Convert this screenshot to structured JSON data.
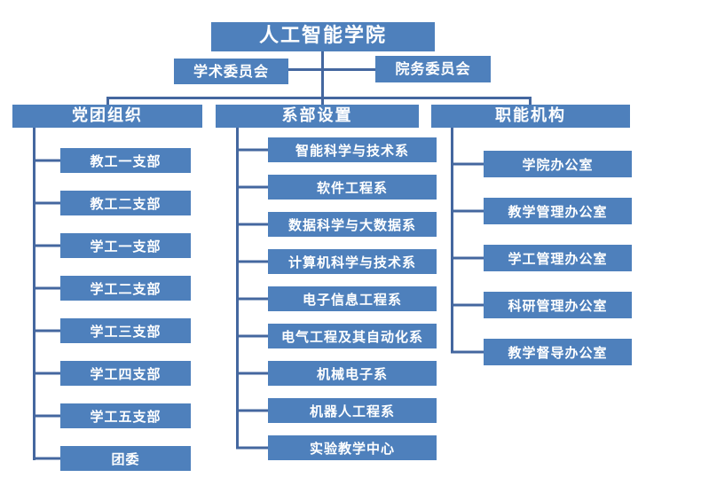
{
  "chart": {
    "type": "org-chart",
    "root": {
      "label": "人工智能学院"
    },
    "committees": [
      {
        "label": "学术委员会"
      },
      {
        "label": "院务委员会"
      }
    ],
    "branches": [
      {
        "label": "党团组织",
        "children": [
          "教工一支部",
          "教工二支部",
          "学工一支部",
          "学工二支部",
          "学工三支部",
          "学工四支部",
          "学工五支部",
          "团委"
        ]
      },
      {
        "label": "系部设置",
        "children": [
          "智能科学与技术系",
          "软件工程系",
          "数据科学与大数据系",
          "计算机科学与技术系",
          "电子信息工程系",
          "电气工程及其自动化系",
          "机械电子系",
          "机器人工程系",
          "实验教学中心"
        ]
      },
      {
        "label": "职能机构",
        "children": [
          "学院办公室",
          "教学管理办公室",
          "学工管理办公室",
          "科研管理办公室",
          "教学督导办公室"
        ]
      }
    ],
    "colors": {
      "box_fill": "#4e80bc",
      "connector_line": "#44679f",
      "text": "#ffffff",
      "background": "#ffffff"
    }
  }
}
